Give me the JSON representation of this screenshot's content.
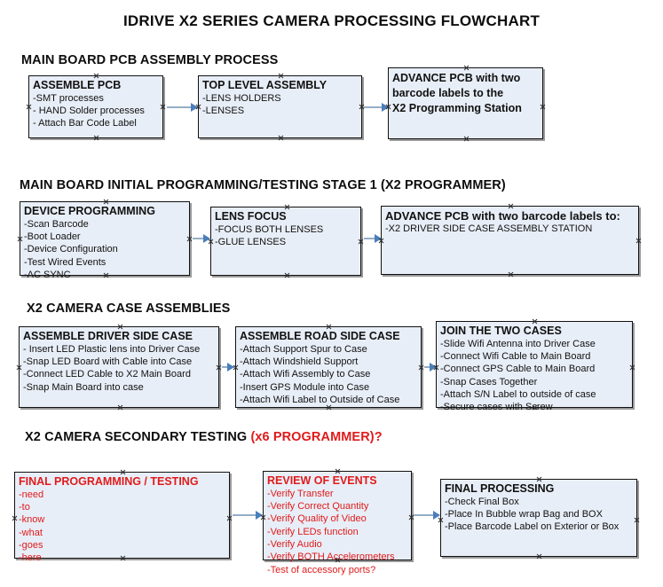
{
  "document": {
    "title": "IDRIVE X2  SERIES CAMERA PROCESSING FLOWCHART"
  },
  "sections": [
    {
      "id": "main-board-pcb-assembly",
      "heading": "MAIN BOARD PCB ASSEMBLY PROCESS",
      "heading_red": "",
      "nodes": [
        {
          "id": "assemble-pcb",
          "title": "ASSEMBLE PCB",
          "lines": [
            "-SMT processes",
            "- HAND Solder processes",
            "- Attach Bar Code Label"
          ]
        },
        {
          "id": "top-level-assembly",
          "title": "TOP LEVEL ASSEMBLY",
          "lines": [
            "-LENS HOLDERS",
            "-LENSES"
          ]
        },
        {
          "id": "advance-pcb-to-programming-station",
          "title": "",
          "lines": [
            "ADVANCE PCB with two",
            "barcode labels to the",
            " X2 Programming Station"
          ]
        }
      ]
    },
    {
      "id": "main-board-initial-programming",
      "heading": "MAIN BOARD INITIAL PROGRAMMING/TESTING STAGE 1 (X2 PROGRAMMER)",
      "heading_red": "",
      "nodes": [
        {
          "id": "device-programming",
          "title": "DEVICE PROGRAMMING",
          "lines": [
            "-Scan Barcode",
            "-Boot Loader",
            "-Device Configuration",
            "-Test Wired Events",
            "-AC SYNC"
          ]
        },
        {
          "id": "lens-focus",
          "title": "LENS FOCUS",
          "lines": [
            "-FOCUS BOTH LENSES",
            "-GLUE LENSES"
          ]
        },
        {
          "id": "advance-pcb-to-driver-side-case",
          "title": "ADVANCE PCB with two barcode labels to:",
          "lines": [
            "-X2 DRIVER  SIDE  CASE  ASSEMBLY STATION"
          ]
        }
      ]
    },
    {
      "id": "x2-camera-case-assemblies",
      "heading": "X2 CAMERA CASE ASSEMBLIES",
      "heading_red": "",
      "nodes": [
        {
          "id": "assemble-driver-side-case",
          "title": "ASSEMBLE DRIVER SIDE CASE",
          "lines": [
            "- Insert LED Plastic lens into Driver Case",
            "-Snap LED Board with Cable into Case",
            "-Connect LED Cable to X2 Main Board",
            "-Snap Main Board into case"
          ]
        },
        {
          "id": "assemble-road-side-case",
          "title": "ASSEMBLE ROAD SIDE CASE",
          "lines": [
            "-Attach Support Spur to Case",
            "-Attach Windshield Support",
            "-Attach Wifi Assembly to Case",
            "-Insert GPS Module into Case",
            "-Attach Wifi Label to Outside of Case"
          ]
        },
        {
          "id": "join-the-two-cases",
          "title": "JOIN THE TWO CASES",
          "lines": [
            "-Slide Wifi Antenna into Driver Case",
            "-Connect Wifi Cable to Main Board",
            "-Connect GPS Cable to Main Board",
            "-Snap Cases Together",
            "-Attach S/N Label to outside of case",
            "-Secure cases with Screw"
          ]
        }
      ]
    },
    {
      "id": "x2-camera-secondary-testing",
      "heading": "X2 CAMERA SECONDARY TESTING ",
      "heading_red": "(x6 PROGRAMMER)?",
      "nodes": [
        {
          "id": "final-programming-testing",
          "title": "FINAL PROGRAMMING / TESTING",
          "lines": [
            "-need",
            "-to",
            "-know",
            "-what",
            "-goes",
            "-here"
          ]
        },
        {
          "id": "review-of-events",
          "title": "REVIEW OF EVENTS",
          "lines": [
            "-Verify Transfer",
            "-Verify Correct Quantity",
            "-Verify Quality of Video",
            "-Verify LEDs function",
            "-Verify Audio",
            "-Verify BOTH Accelerometers",
            "-Test of accessory ports?"
          ]
        },
        {
          "id": "final-processing",
          "title": "FINAL PROCESSING",
          "lines": [
            " -Check Final Box",
            "-Place In Bubble wrap Bag and BOX",
            "-Place Barcode Label on Exterior or Box"
          ]
        }
      ]
    }
  ],
  "colors": {
    "node_fill": "#e8eef7",
    "node_border": "#111111",
    "connector": "#94aec6",
    "arrow": "#4a7ebb",
    "red_text": "#e01b1b",
    "text": "#111111"
  }
}
